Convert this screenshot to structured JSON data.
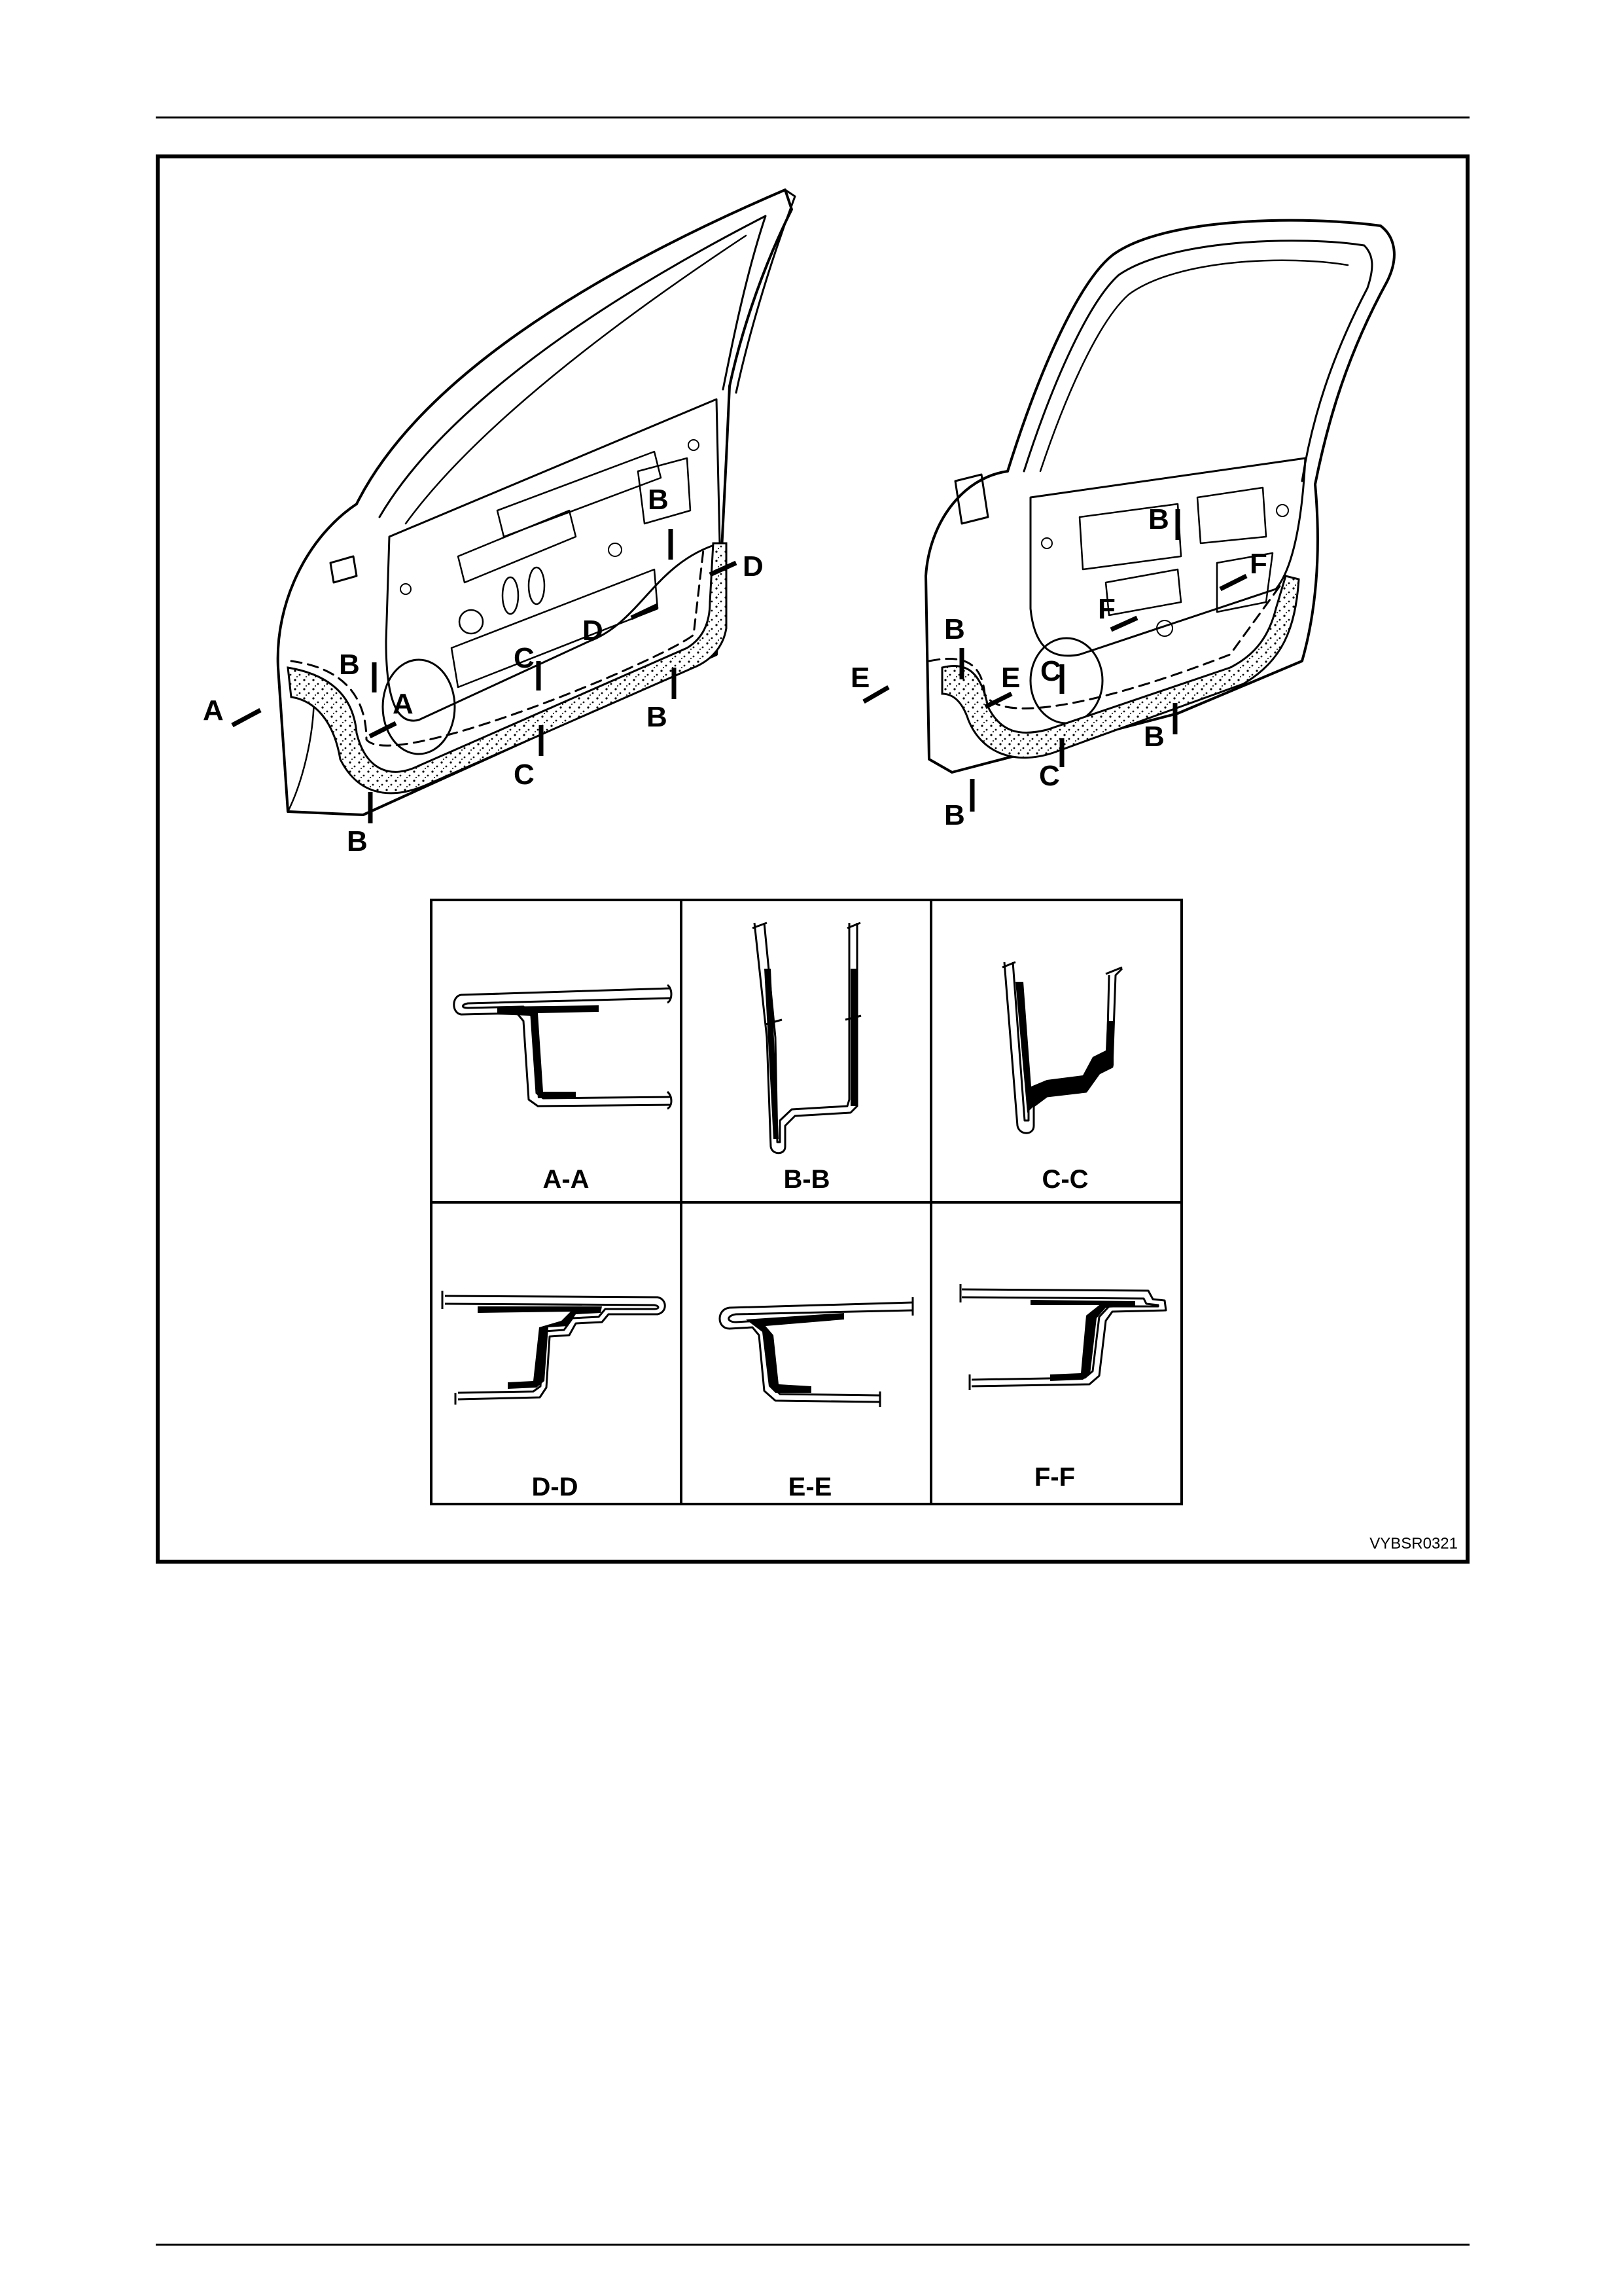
{
  "figure": {
    "reference_code": "VYBSR0321",
    "front_door_callouts": [
      "A",
      "A",
      "B",
      "B",
      "B",
      "B",
      "C",
      "C",
      "D",
      "D"
    ],
    "rear_door_callouts": [
      "B",
      "B",
      "B",
      "B",
      "C",
      "C",
      "E",
      "E",
      "F",
      "F"
    ],
    "section_captions": [
      "A-A",
      "B-B",
      "C-C",
      "D-D",
      "E-E",
      "F-F"
    ]
  }
}
